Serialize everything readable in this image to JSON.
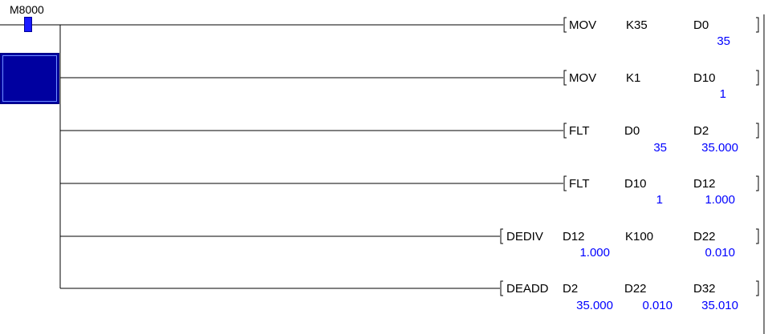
{
  "contact": {
    "label": "M8000"
  },
  "rungs": [
    {
      "op": "MOV",
      "src1": "K35",
      "src1_val": "",
      "src2": "",
      "src2_val": "",
      "dst": "D0",
      "dst_val": "35"
    },
    {
      "op": "MOV",
      "src1": "K1",
      "src1_val": "",
      "src2": "",
      "src2_val": "",
      "dst": "D10",
      "dst_val": "1"
    },
    {
      "op": "FLT",
      "src1": "D0",
      "src1_val": "35",
      "src2": "",
      "src2_val": "",
      "dst": "D2",
      "dst_val": "35.000"
    },
    {
      "op": "FLT",
      "src1": "D10",
      "src1_val": "1",
      "src2": "",
      "src2_val": "",
      "dst": "D12",
      "dst_val": "1.000"
    },
    {
      "op": "DEDIV",
      "src1": "D12",
      "src1_val": "1.000",
      "src2": "K100",
      "src2_val": "",
      "dst": "D22",
      "dst_val": "0.010"
    },
    {
      "op": "DEADD",
      "src1": "D2",
      "src1_val": "35.000",
      "src2": "D22",
      "src2_val": "0.010",
      "dst": "D32",
      "dst_val": "35.010"
    }
  ],
  "colors": {
    "wire": "#000000",
    "value": "#0000ff",
    "cursor": "#0000a0",
    "contact": "#1a1aff"
  }
}
